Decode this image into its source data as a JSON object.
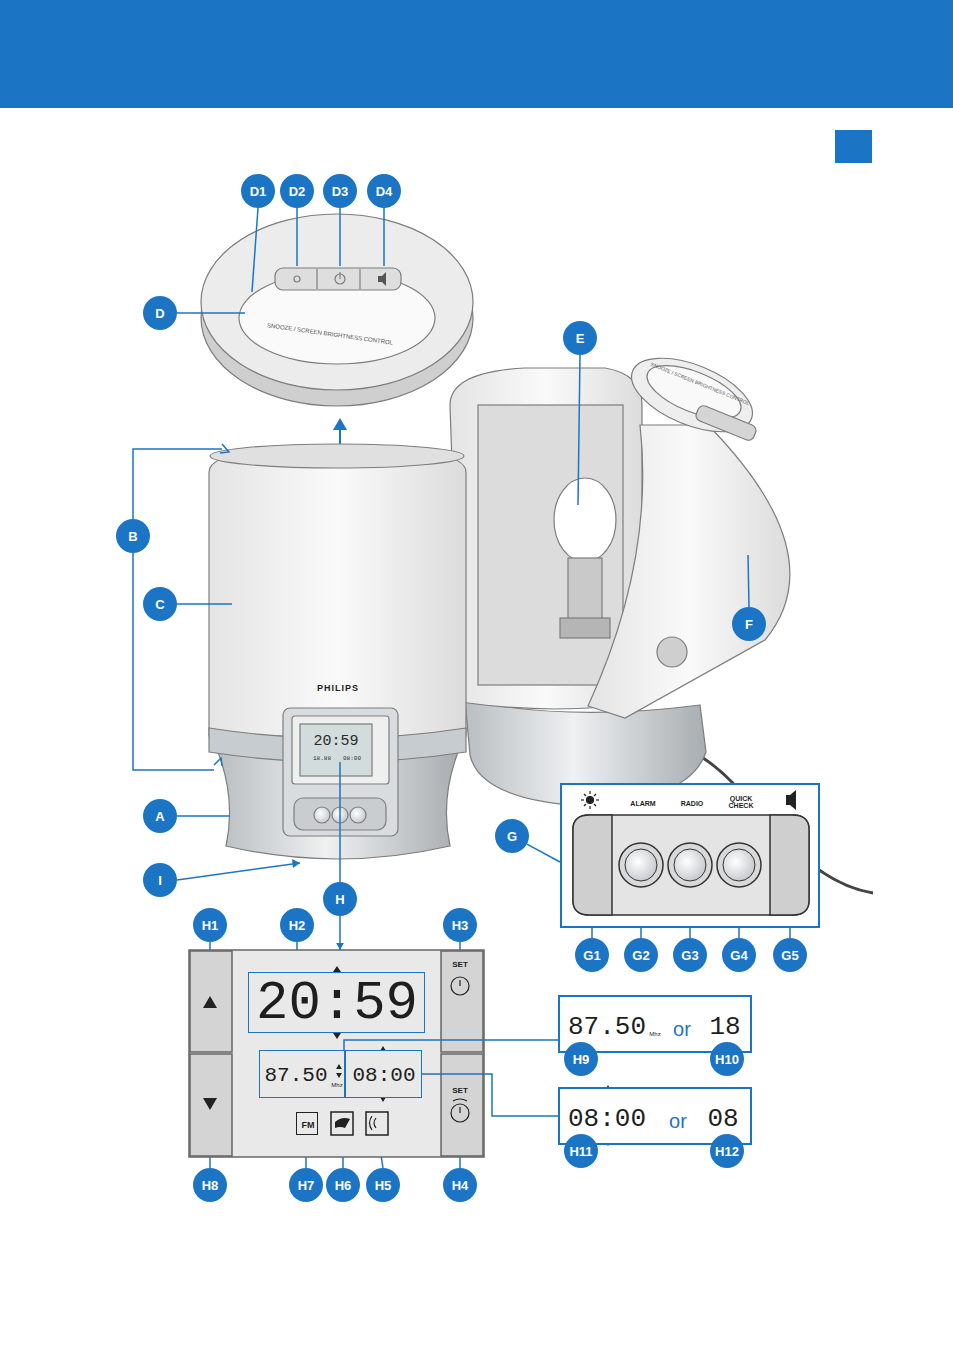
{
  "diagram": {
    "nodes": [
      {
        "text": [
          "D1"
        ]
      },
      {
        "text": [
          "D2"
        ]
      },
      {
        "text": [
          "D3"
        ]
      },
      {
        "text": [
          "D4"
        ]
      },
      {
        "text": [
          "D"
        ]
      },
      {
        "text": [
          "E"
        ]
      },
      {
        "text": [
          "B"
        ]
      },
      {
        "text": [
          "C"
        ]
      },
      {
        "text": [
          "F"
        ]
      },
      {
        "text": [
          "ALARM",
          "RADIO",
          "QUICK CHECK"
        ]
      },
      {
        "text": [
          "A"
        ]
      },
      {
        "text": [
          "G"
        ]
      },
      {
        "text": [
          "I"
        ]
      },
      {
        "text": [
          "H"
        ]
      },
      {
        "text": [
          "H1"
        ]
      },
      {
        "text": [
          "H2"
        ]
      },
      {
        "text": [
          "H3"
        ]
      },
      {
        "text": [
          "G1"
        ]
      },
      {
        "text": [
          "G2"
        ]
      },
      {
        "text": [
          "G3"
        ]
      },
      {
        "text": [
          "G4"
        ]
      },
      {
        "text": [
          "G5"
        ]
      },
      {
        "text": [
          "SET",
          "SET"
        ]
      },
      {
        "text": [
          "20:59"
        ],
        "in": 22
      },
      {
        "text": [
          "87.50",
          "Mhz"
        ],
        "in": 22
      },
      {
        "text": [
          "08:00"
        ],
        "in": 22
      },
      {
        "text": [
          "FM"
        ],
        "in": 22
      },
      {
        "text": [
          "87.50",
          "Mhz",
          "or",
          "18"
        ]
      },
      {
        "text": [
          "08:00",
          "or",
          "08"
        ]
      },
      {
        "text": [
          "H9"
        ]
      },
      {
        "text": [
          "H10"
        ]
      },
      {
        "text": [
          "H11"
        ]
      },
      {
        "text": [
          "H12"
        ]
      },
      {
        "text": [
          "H8"
        ]
      },
      {
        "text": [
          "H7"
        ]
      },
      {
        "text": [
          "H6"
        ]
      },
      {
        "text": [
          "H5"
        ]
      },
      {
        "text": [
          "H4"
        ]
      }
    ],
    "edges": [
      {
        "from": 24,
        "to": 27,
        "arrow": "none"
      },
      {
        "from": 25,
        "to": 28,
        "arrow": "none"
      },
      {
        "from": 11,
        "to": 9,
        "arrow": "none"
      },
      {
        "from": 13,
        "to": 22,
        "arrow": "to"
      }
    ],
    "labels": [
      "SNOOZE / SCREEN BRIGHTNESS CONTROL",
      "SNOOZE / SCREEN BRIGHTNESS CONTROL",
      "PHILIPS",
      "20:59",
      "18.88",
      "08:00"
    ]
  }
}
